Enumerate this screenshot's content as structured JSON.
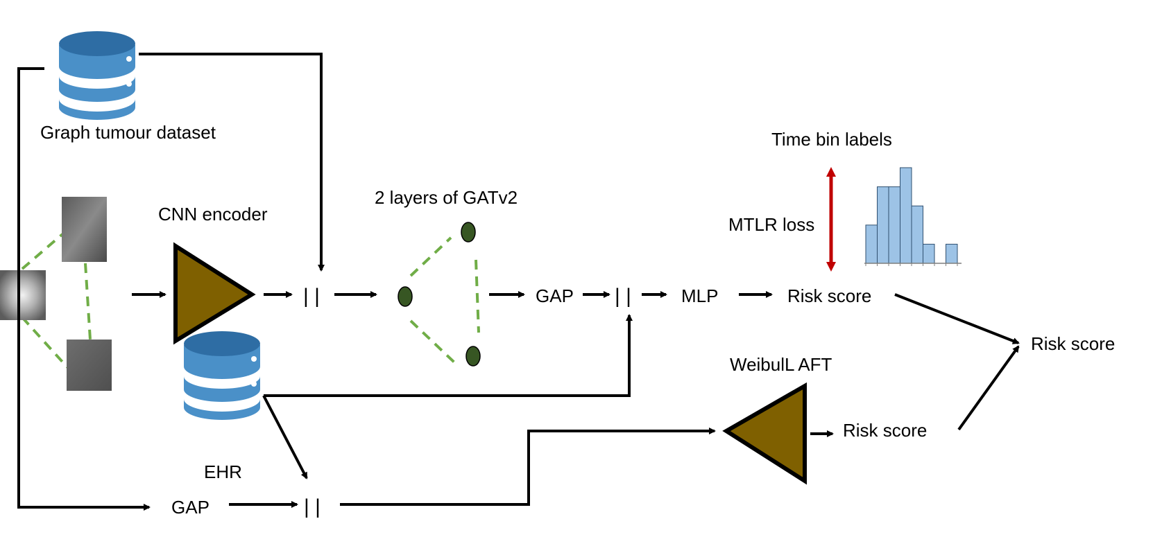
{
  "labels": {
    "graph_dataset": "Graph tumour dataset",
    "cnn_encoder": "CNN encoder",
    "gat_layers": "2 layers of GATv2",
    "gap_top": "GAP",
    "mlp": "MLP",
    "risk_score_mlp": "Risk score",
    "time_bin_labels": "Time bin labels",
    "mtlr_loss": "MTLR loss",
    "ehr": "EHR",
    "gap_bottom": "GAP",
    "weibull_aft": "WeibulL AFT",
    "risk_score_weibull": "Risk score",
    "risk_score_final": "Risk score",
    "concat_1": "| |",
    "concat_2": "| |",
    "concat_3": "| |"
  },
  "colors": {
    "database_dark": "#2e6da4",
    "database_light": "#4a90c8",
    "encoder_fill": "#7f6000",
    "gat_node": "#375623",
    "edge_dashed": "#70ad47",
    "loss_arrow": "#c00000",
    "histogram_fill": "#9dc3e6"
  },
  "histogram": {
    "bin_heights": [
      50,
      100,
      100,
      125,
      75,
      25,
      0,
      25
    ]
  },
  "icons": {
    "database": "database-icon",
    "encoder": "triangle-encoder-icon"
  }
}
